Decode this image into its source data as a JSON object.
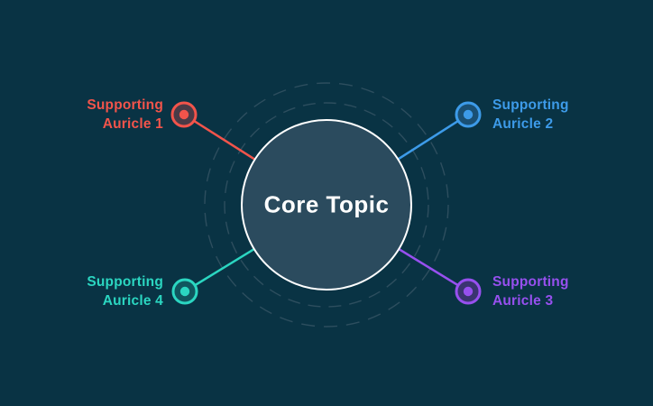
{
  "core": {
    "title": "Core Topic"
  },
  "nodes": [
    {
      "id": 1,
      "line1": "Supporting",
      "line2": "Auricle 1",
      "position": "top-left",
      "color": "#f2544b",
      "inner_fill": "#4a3b47"
    },
    {
      "id": 2,
      "line1": "Supporting",
      "line2": "Auricle 2",
      "position": "top-right",
      "color": "#3d9be9",
      "inner_fill": "#1a5074"
    },
    {
      "id": 3,
      "line1": "Supporting",
      "line2": "Auricle 3",
      "position": "bottom-right",
      "color": "#9750ef",
      "inner_fill": "#3a3470"
    },
    {
      "id": 4,
      "line1": "Supporting",
      "line2": "Auricle 4",
      "position": "bottom-left",
      "color": "#2bd6c1",
      "inner_fill": "#10565e"
    }
  ],
  "colors": {
    "background": "#093344",
    "core_fill": "#2b4b5e",
    "core_stroke": "#ffffff",
    "orbit_ring": "#4a6574"
  }
}
